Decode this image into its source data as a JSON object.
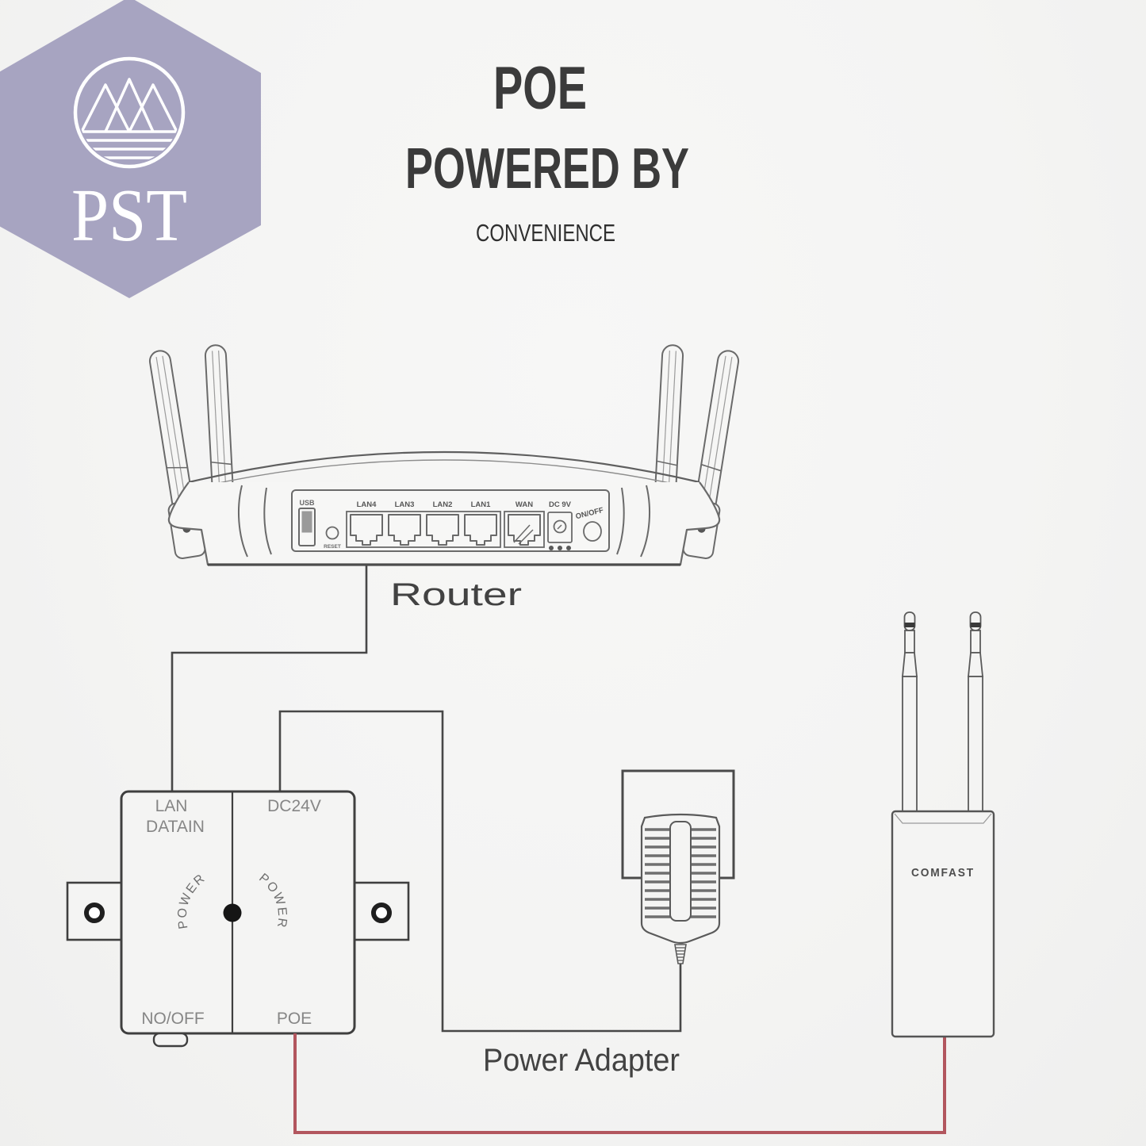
{
  "logo": {
    "brand": "PST"
  },
  "header": {
    "title": "POE",
    "title2": "POWERED BY",
    "subtitle": "CONVENIENCE"
  },
  "router": {
    "caption": "Router",
    "ports": {
      "usb": "USB",
      "reset": "RESET",
      "lan4": "LAN4",
      "lan3": "LAN3",
      "lan2": "LAN2",
      "lan1": "LAN1",
      "wan": "WAN",
      "dc": "DC 9V",
      "switch": "ON/OFF"
    }
  },
  "poe_injector": {
    "lan_line1": "LAN",
    "lan_line2": "DATAIN",
    "dc": "DC24V",
    "onoff": "NO/OFF",
    "poe": "POE",
    "power_left": "POWER",
    "power_right": "POWER"
  },
  "power_adapter": {
    "caption": "Power Adapter"
  },
  "access_point": {
    "brand": "COMFAST"
  },
  "colors": {
    "logo": "#a7a4c1",
    "poe_wire": "#b2565e",
    "data_wire": "#474747"
  }
}
